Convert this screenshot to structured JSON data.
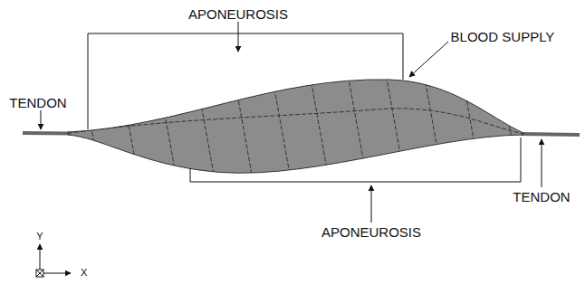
{
  "diagram": {
    "labels": [
      "APONEUROSIS",
      "BLOOD SUPPLY",
      "TENDON",
      "TENDON",
      "APONEUROSIS",
      "Y",
      "X"
    ]
  }
}
